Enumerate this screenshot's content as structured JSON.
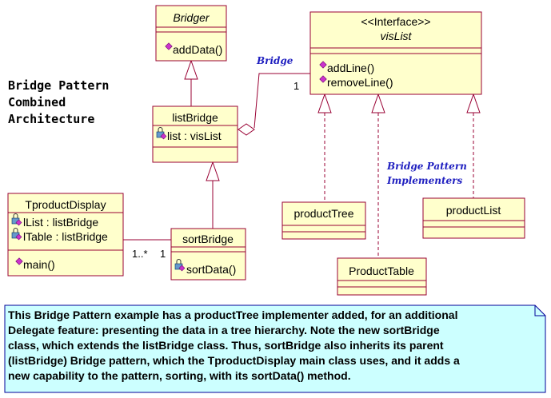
{
  "diagram_title": [
    "Bridge Pattern",
    "Combined",
    "Architecture"
  ],
  "classes": {
    "bridger": {
      "name": "Bridger",
      "methods": [
        "addData()"
      ]
    },
    "vislist": {
      "stereotype": "<<Interface>>",
      "name": "visList",
      "methods": [
        "addLine()",
        "removeLine()"
      ]
    },
    "listbridge": {
      "name": "listBridge",
      "attributes": [
        "list : visList"
      ]
    },
    "tproductdisplay": {
      "name": "TproductDisplay",
      "attributes": [
        "lList : listBridge",
        "lTable : listBridge"
      ],
      "methods": [
        "main()"
      ]
    },
    "sortbridge": {
      "name": "sortBridge",
      "methods": [
        "sortData()"
      ]
    },
    "producttree": {
      "name": "productTree"
    },
    "productlist": {
      "name": "productList"
    },
    "producttable": {
      "name": "ProductTable"
    }
  },
  "labels": {
    "bridge": "Bridge",
    "bridge_multiplicity": "1",
    "implementers_line1": "Bridge Pattern",
    "implementers_line2": "Implementers",
    "assoc_many": "1..*",
    "assoc_one": "1"
  },
  "note": [
    "This Bridge Pattern example has a productTree implementer added, for an additional",
    "Delegate feature:  presenting the data in a tree hierarchy.  Note the new sortBridge",
    "class, which extends the listBridge class.  Thus, sortBridge also inherits its parent",
    "(listBridge) Bridge pattern, which the TproductDisplay main class uses, and it adds a",
    "new capability to the pattern, sorting, with its sortData() method."
  ],
  "colors": {
    "class_fill": "#ffffcc",
    "class_border": "#990033",
    "note_fill": "#ccffff",
    "note_border": "#000099",
    "label_blue": "#1f1fc0"
  },
  "icons": {
    "method": "magenta-diamond-icon",
    "attribute": "lock-icon"
  }
}
